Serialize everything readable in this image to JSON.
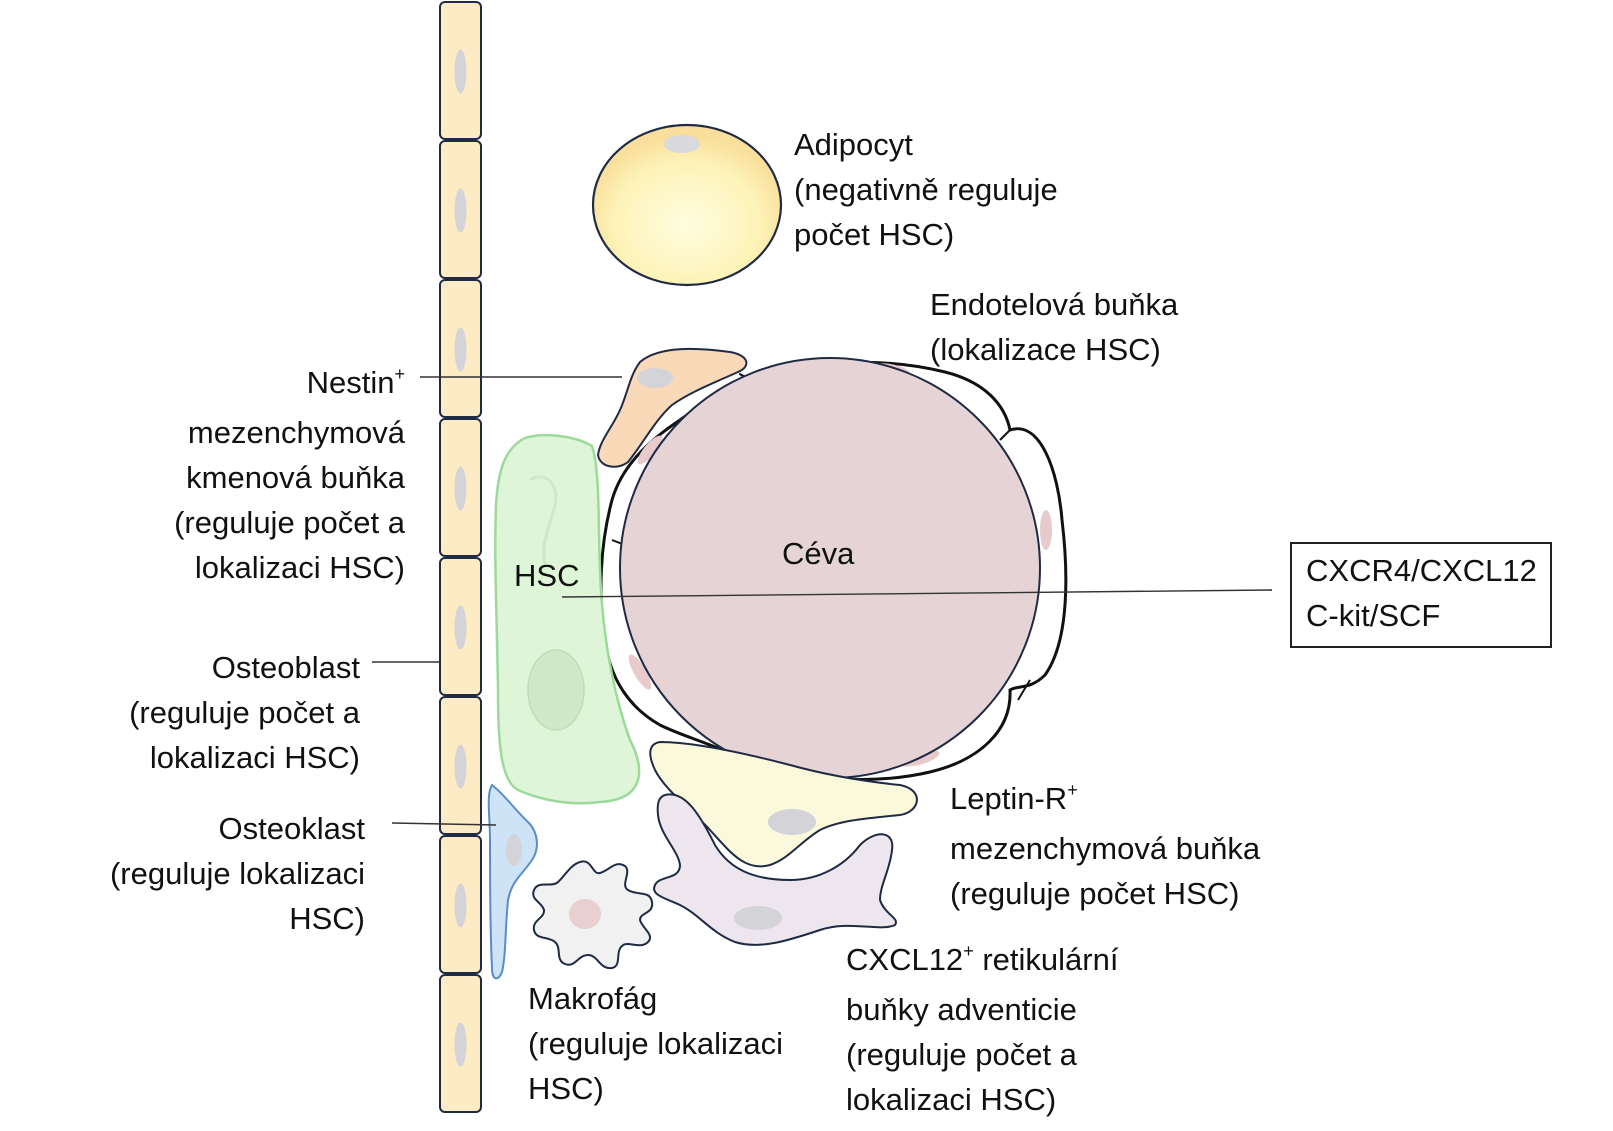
{
  "labels": {
    "adipocyte": [
      "Adipocyt",
      "(negativně reguluje",
      "počet HSC)"
    ],
    "endothelial": [
      "Endotelová buňka",
      "(lokalizace HSC)"
    ],
    "nestin": {
      "name": "Nestin",
      "sup": "+",
      "lines": [
        "mezenchymová",
        "kmenová buňka",
        "(reguluje počet a",
        "lokalizaci HSC)"
      ]
    },
    "osteoblast": [
      "Osteoblast",
      "(reguluje počet a",
      "lokalizaci HSC)"
    ],
    "osteoclast": [
      "Osteoklast",
      "(reguluje lokalizaci",
      "HSC)"
    ],
    "macrophage": [
      "Makrofág",
      "(reguluje lokalizaci",
      "HSC)"
    ],
    "leptin": {
      "name": "Leptin-R",
      "sup": "+",
      "lines": [
        "mezenchymová buňka",
        "(reguluje počet HSC)"
      ]
    },
    "cxcl12": {
      "name": "CXCL12",
      "sup": "+",
      "rest": " retikulární",
      "lines": [
        "buňky adventicie",
        "(reguluje počet a",
        "lokalizaci HSC)"
      ]
    },
    "vessel": "Céva",
    "hsc": "HSC",
    "receptors": [
      "CXCR4/CXCL12",
      "C-kit/SCF"
    ]
  },
  "colors": {
    "osteoblast_fill": "#fcebc4",
    "adipocyte_fill": "#fdf6c6",
    "vessel_fill": "#e6d3d6",
    "endothelial_nucleus": "#e8c9cc",
    "nestin_fill": "#f9d9b8",
    "hsc_fill": "#dff5d8",
    "leptin_fill": "#fbf9dc",
    "cxcl12_fill": "#eee6ee",
    "osteoclast_fill": "#cfe3f7",
    "macrophage_fill": "#f1f1f1",
    "nucleus_grey": "#d3d3d8"
  }
}
